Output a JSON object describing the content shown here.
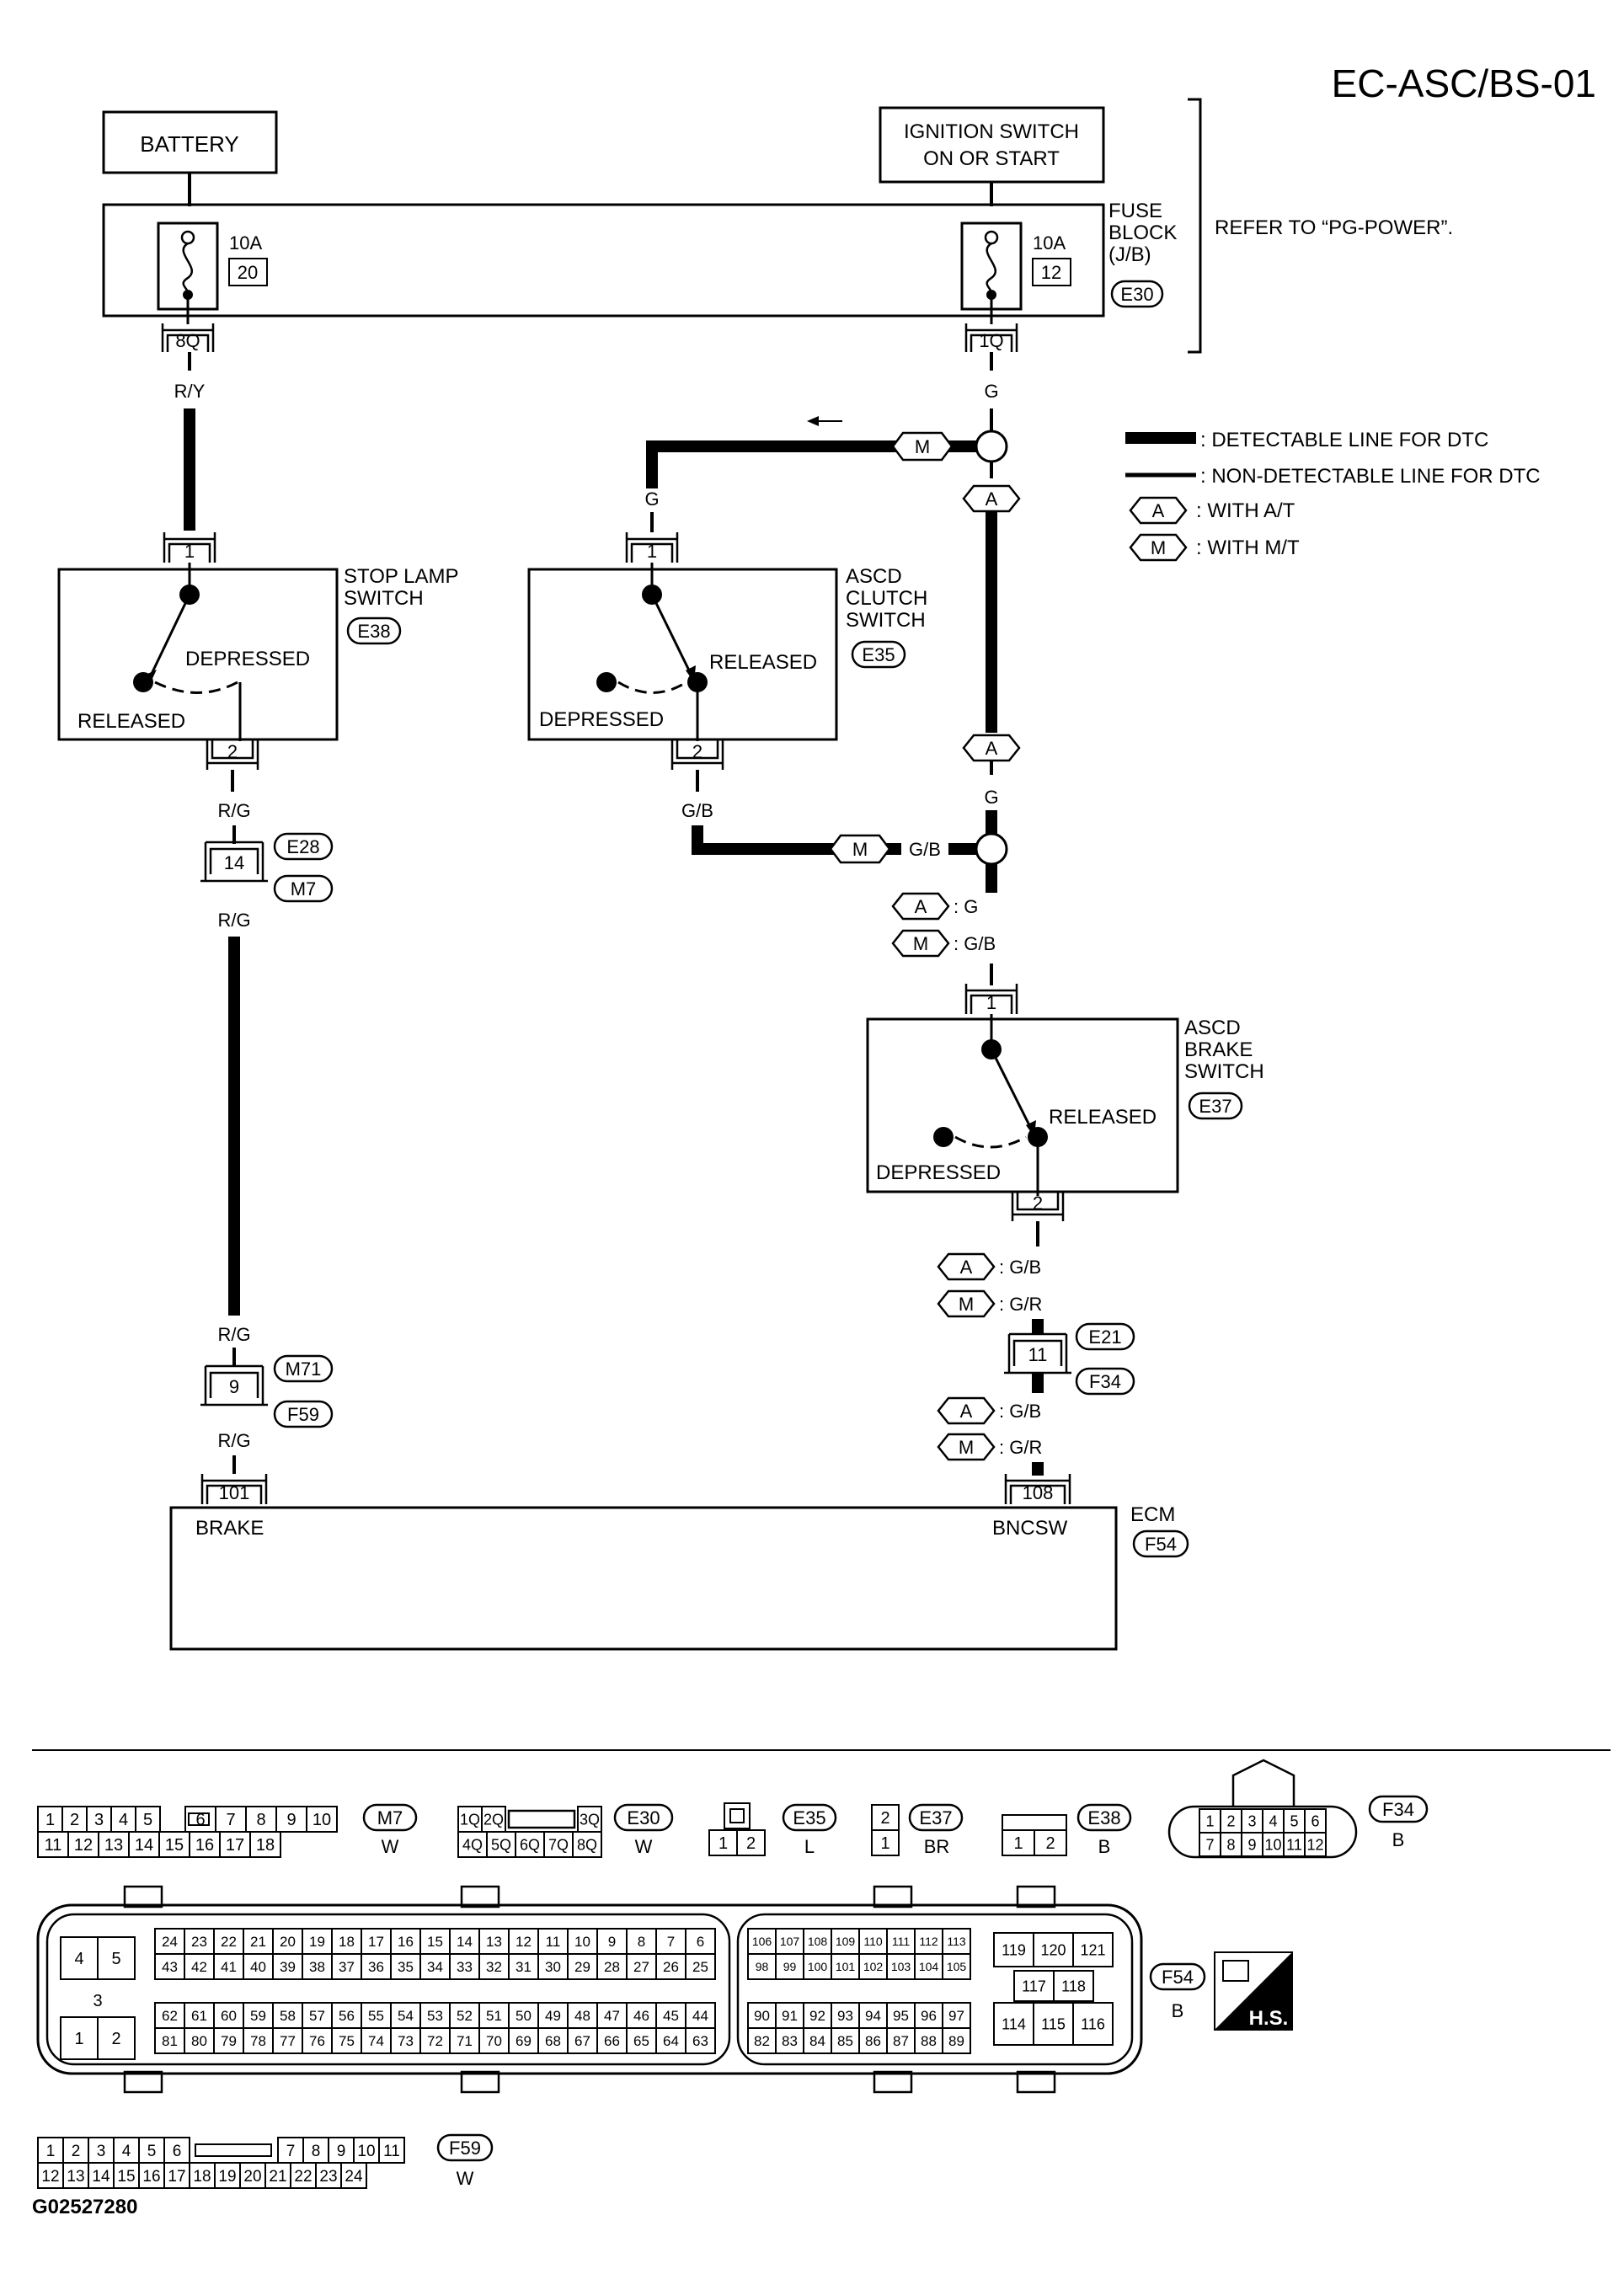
{
  "page": {
    "title": "EC-ASC/BS-01",
    "figure_id": "G02527280"
  },
  "components": {
    "battery": "BATTERY",
    "ignition_l1": "IGNITION SWITCH",
    "ignition_l2": "ON OR START",
    "fuse_block_l1": "FUSE",
    "fuse_block_l2": "BLOCK",
    "fuse_block_l3": "(J/B)",
    "fuse_block_conn": "E30",
    "fuse_left_amp": "10A",
    "fuse_left_num": "20",
    "fuse_right_amp": "10A",
    "fuse_right_num": "12",
    "fuse_left_pin": "8Q",
    "fuse_right_pin": "1Q",
    "refer": "REFER TO “PG-POWER”.",
    "stop_lamp_l1": "STOP LAMP",
    "stop_lamp_l2": "SWITCH",
    "stop_lamp_conn": "E38",
    "clutch_l1": "ASCD",
    "clutch_l2": "CLUTCH",
    "clutch_l3": "SWITCH",
    "clutch_conn": "E35",
    "brake_sw_l1": "ASCD",
    "brake_sw_l2": "BRAKE",
    "brake_sw_l3": "SWITCH",
    "brake_sw_conn": "E37",
    "ecm": "ECM",
    "ecm_conn": "F54",
    "ecm_brake": "BRAKE",
    "ecm_bncsw": "BNCSW",
    "pin_101": "101",
    "pin_108": "108"
  },
  "states": {
    "depressed": "DEPRESSED",
    "released": "RELEASED"
  },
  "legend": {
    "detectable": ": DETECTABLE LINE FOR DTC",
    "non_detectable": ": NON-DETECTABLE LINE FOR DTC",
    "at_sym": "A",
    "at_text": ": WITH A/T",
    "mt_sym": "M",
    "mt_text": ": WITH M/T"
  },
  "wires": {
    "ry": "R/Y",
    "g": "G",
    "rg": "R/G",
    "gb": "G/B",
    "gr": "G/R",
    "a_g": ": G",
    "m_gb": ": G/B",
    "a_gb": ": G/B",
    "m_gr": ": G/R"
  },
  "pins": {
    "p1": "1",
    "p2": "2",
    "p9": "9",
    "p11": "11",
    "p14": "14"
  },
  "connectors": {
    "e28": "E28",
    "m7": "M7",
    "m71": "M71",
    "f59": "F59",
    "e21": "E21",
    "f34": "F34"
  },
  "connector_views": {
    "m7": {
      "id": "M7",
      "color": "W",
      "row1": [
        "1",
        "2",
        "3",
        "4",
        "5",
        "6",
        "7",
        "8",
        "9",
        "10"
      ],
      "row2": [
        "11",
        "12",
        "13",
        "14",
        "15",
        "16",
        "17",
        "18"
      ]
    },
    "e30": {
      "id": "E30",
      "color": "W",
      "row1": [
        "1Q",
        "2Q",
        "3Q"
      ],
      "row2": [
        "4Q",
        "5Q",
        "6Q",
        "7Q",
        "8Q"
      ]
    },
    "e35": {
      "id": "E35",
      "color": "L",
      "pins": [
        "1",
        "2"
      ]
    },
    "e37": {
      "id": "E37",
      "color": "BR",
      "pins": [
        "2",
        "1"
      ]
    },
    "e38": {
      "id": "E38",
      "color": "B",
      "pins": [
        "1",
        "2"
      ]
    },
    "f34": {
      "id": "F34",
      "color": "B",
      "row1": [
        "1",
        "2",
        "3",
        "4",
        "5",
        "6"
      ],
      "row2": [
        "7",
        "8",
        "9",
        "10",
        "11",
        "12"
      ]
    },
    "f54": {
      "id": "F54",
      "color": "B",
      "badge": "H.S.",
      "left_pins": [
        "4",
        "5",
        "3",
        "1",
        "2"
      ],
      "row_a": [
        "24",
        "23",
        "22",
        "21",
        "20",
        "19",
        "18",
        "17",
        "16",
        "15",
        "14",
        "13",
        "12",
        "11",
        "10",
        "9",
        "8",
        "7",
        "6"
      ],
      "row_b": [
        "43",
        "42",
        "41",
        "40",
        "39",
        "38",
        "37",
        "36",
        "35",
        "34",
        "33",
        "32",
        "31",
        "30",
        "29",
        "28",
        "27",
        "26",
        "25"
      ],
      "row_c": [
        "62",
        "61",
        "60",
        "59",
        "58",
        "57",
        "56",
        "55",
        "54",
        "53",
        "52",
        "51",
        "50",
        "49",
        "48",
        "47",
        "46",
        "45",
        "44"
      ],
      "row_d": [
        "81",
        "80",
        "79",
        "78",
        "77",
        "76",
        "75",
        "74",
        "73",
        "72",
        "71",
        "70",
        "69",
        "68",
        "67",
        "66",
        "65",
        "64",
        "63"
      ],
      "mid_a": [
        "106",
        "107",
        "108",
        "109",
        "110",
        "111",
        "112",
        "113"
      ],
      "mid_b": [
        "98",
        "99",
        "100",
        "101",
        "102",
        "103",
        "104",
        "105"
      ],
      "mid_c": [
        "90",
        "91",
        "92",
        "93",
        "94",
        "95",
        "96",
        "97"
      ],
      "mid_d": [
        "82",
        "83",
        "84",
        "85",
        "86",
        "87",
        "88",
        "89"
      ],
      "right_a": [
        "119",
        "120",
        "121"
      ],
      "right_b": [
        "117",
        "118"
      ],
      "right_c": [
        "114",
        "115",
        "116"
      ]
    },
    "f59": {
      "id": "F59",
      "color": "W",
      "row1": [
        "1",
        "2",
        "3",
        "4",
        "5",
        "6",
        "7",
        "8",
        "9",
        "10",
        "11"
      ],
      "row2": [
        "12",
        "13",
        "14",
        "15",
        "16",
        "17",
        "18",
        "19",
        "20",
        "21",
        "22",
        "23",
        "24"
      ]
    }
  },
  "colors": {
    "line": "#000000",
    "background": "#ffffff"
  }
}
